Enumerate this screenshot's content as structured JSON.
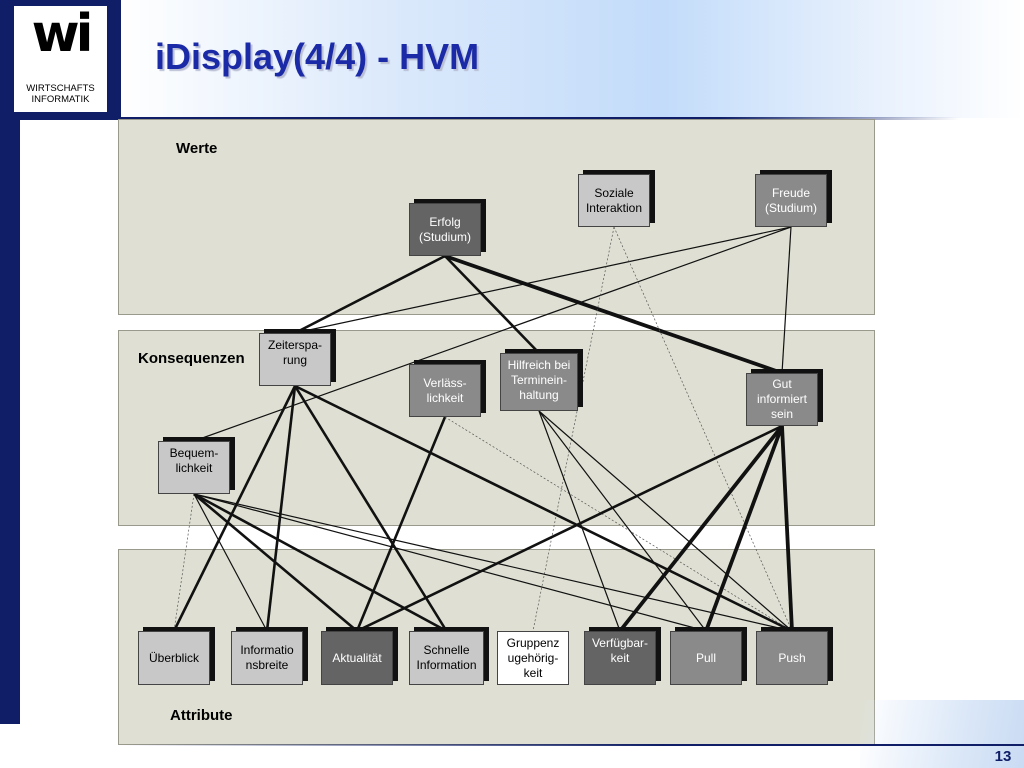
{
  "slide": {
    "title": "iDisplay(4/4) - HVM",
    "logo_text": "WIRTSCHAFTS\nINFORMATIK",
    "page_number": "13"
  },
  "panels": {
    "werte": "Werte",
    "konsequenzen": "Konsequenzen",
    "attribute": "Attribute"
  },
  "nodes": {
    "erfolg": "Erfolg\n(Studium)",
    "soziale": "Soziale\nInteraktion",
    "freude": "Freude\n(Studium)",
    "zeitersparung": "Zeiterspa-\nrung",
    "verlaesslichkeit": "Verläss-\nlichkeit",
    "hilfreich": "Hilfreich bei\nTerminein-\nhaltung",
    "gut_informiert": "Gut\ninformiert\nsein",
    "bequemlichkeit": "Bequem-\nlichkeit",
    "ueberblick": "Überblick",
    "informationsbreite": "Informatio\nnsbreite",
    "aktualitaet": "Aktualität",
    "schnelle": "Schnelle\nInformation",
    "gruppenzugehoerigkeit": "Gruppenz\nugehörig-\nkeit",
    "verfuegbarkeit": "Verfügbar-\nkeit",
    "pull": "Pull",
    "push": "Push"
  },
  "edges": [
    {
      "from": "erfolg",
      "to": "zeitersparung",
      "style": "bold"
    },
    {
      "from": "erfolg",
      "to": "hilfreich",
      "style": "bold"
    },
    {
      "from": "erfolg",
      "to": "gut_informiert",
      "style": "heavy"
    },
    {
      "from": "freude",
      "to": "zeitersparung",
      "style": "thin"
    },
    {
      "from": "freude",
      "to": "bequemlichkeit",
      "style": "thin"
    },
    {
      "from": "freude",
      "to": "gut_informiert",
      "style": "thin"
    },
    {
      "from": "soziale",
      "to": "gruppenzugehoerigkeit",
      "style": "dotted"
    },
    {
      "from": "soziale",
      "to": "push",
      "style": "dotted"
    },
    {
      "from": "zeitersparung",
      "to": "ueberblick",
      "style": "bold"
    },
    {
      "from": "zeitersparung",
      "to": "informationsbreite",
      "style": "bold"
    },
    {
      "from": "zeitersparung",
      "to": "schnelle",
      "style": "bold"
    },
    {
      "from": "zeitersparung",
      "to": "push",
      "style": "bold"
    },
    {
      "from": "verlaesslichkeit",
      "to": "aktualitaet",
      "style": "bold"
    },
    {
      "from": "verlaesslichkeit",
      "to": "push",
      "style": "dotted"
    },
    {
      "from": "hilfreich",
      "to": "verfuegbarkeit",
      "style": "thin"
    },
    {
      "from": "hilfreich",
      "to": "pull",
      "style": "thin"
    },
    {
      "from": "hilfreich",
      "to": "push",
      "style": "thin"
    },
    {
      "from": "gut_informiert",
      "to": "aktualitaet",
      "style": "bold"
    },
    {
      "from": "gut_informiert",
      "to": "verfuegbarkeit",
      "style": "heavy"
    },
    {
      "from": "gut_informiert",
      "to": "pull",
      "style": "heavy"
    },
    {
      "from": "gut_informiert",
      "to": "push",
      "style": "heavy"
    },
    {
      "from": "bequemlichkeit",
      "to": "ueberblick",
      "style": "dotted"
    },
    {
      "from": "bequemlichkeit",
      "to": "informationsbreite",
      "style": "thin"
    },
    {
      "from": "bequemlichkeit",
      "to": "aktualitaet",
      "style": "bold"
    },
    {
      "from": "bequemlichkeit",
      "to": "schnelle",
      "style": "bold"
    },
    {
      "from": "bequemlichkeit",
      "to": "pull",
      "style": "thin"
    },
    {
      "from": "bequemlichkeit",
      "to": "push",
      "style": "thin"
    }
  ]
}
